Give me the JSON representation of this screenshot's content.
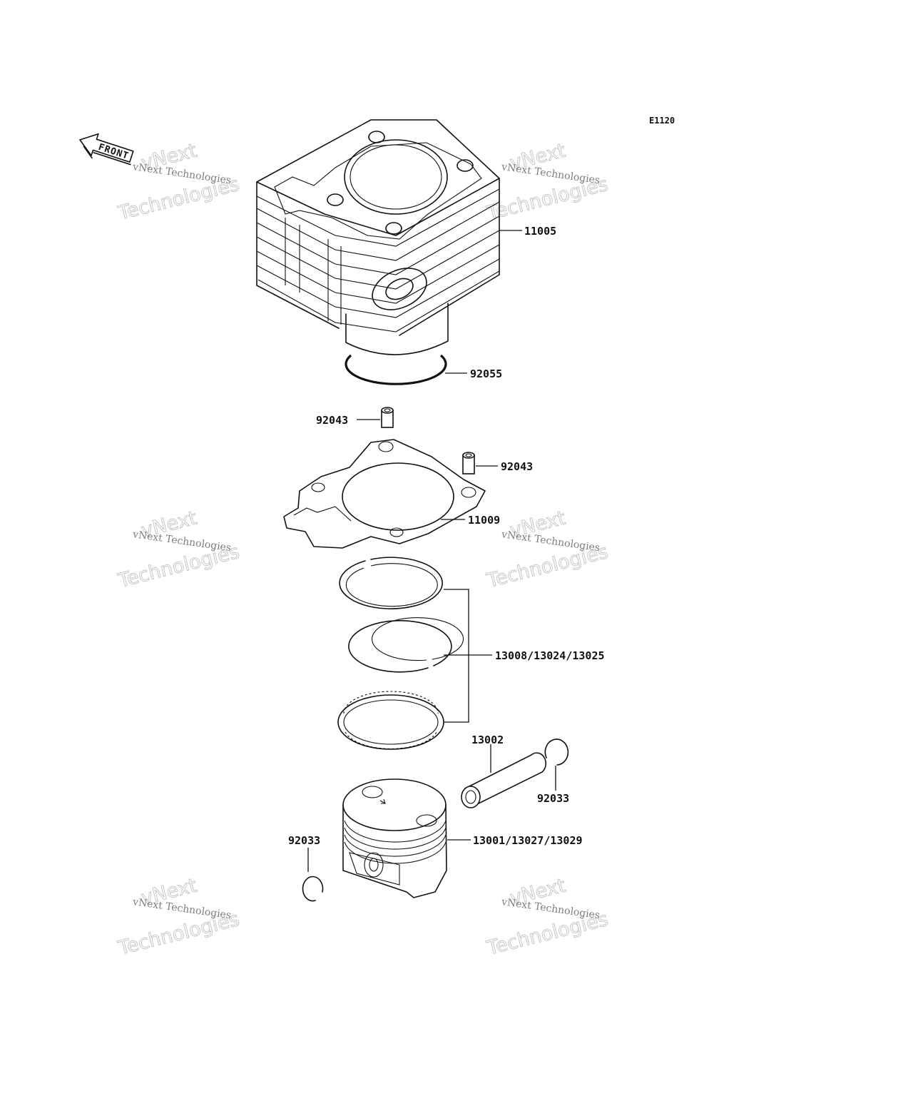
{
  "diagram_code": "E1120",
  "front_label": "FRONT",
  "watermark": {
    "line1": "vNext",
    "line2": "vNext Technologies",
    "line3": "Technologies"
  },
  "parts": {
    "cylinder": "11005",
    "o_ring": "92055",
    "dowel_pin_left": "92043",
    "dowel_pin_right": "92043",
    "cylinder_gasket": "11009",
    "piston_rings": "13008/13024/13025",
    "piston_pin": "13002",
    "circlip_right": "92033",
    "piston": "13001/13027/13029",
    "circlip_left": "92033"
  }
}
